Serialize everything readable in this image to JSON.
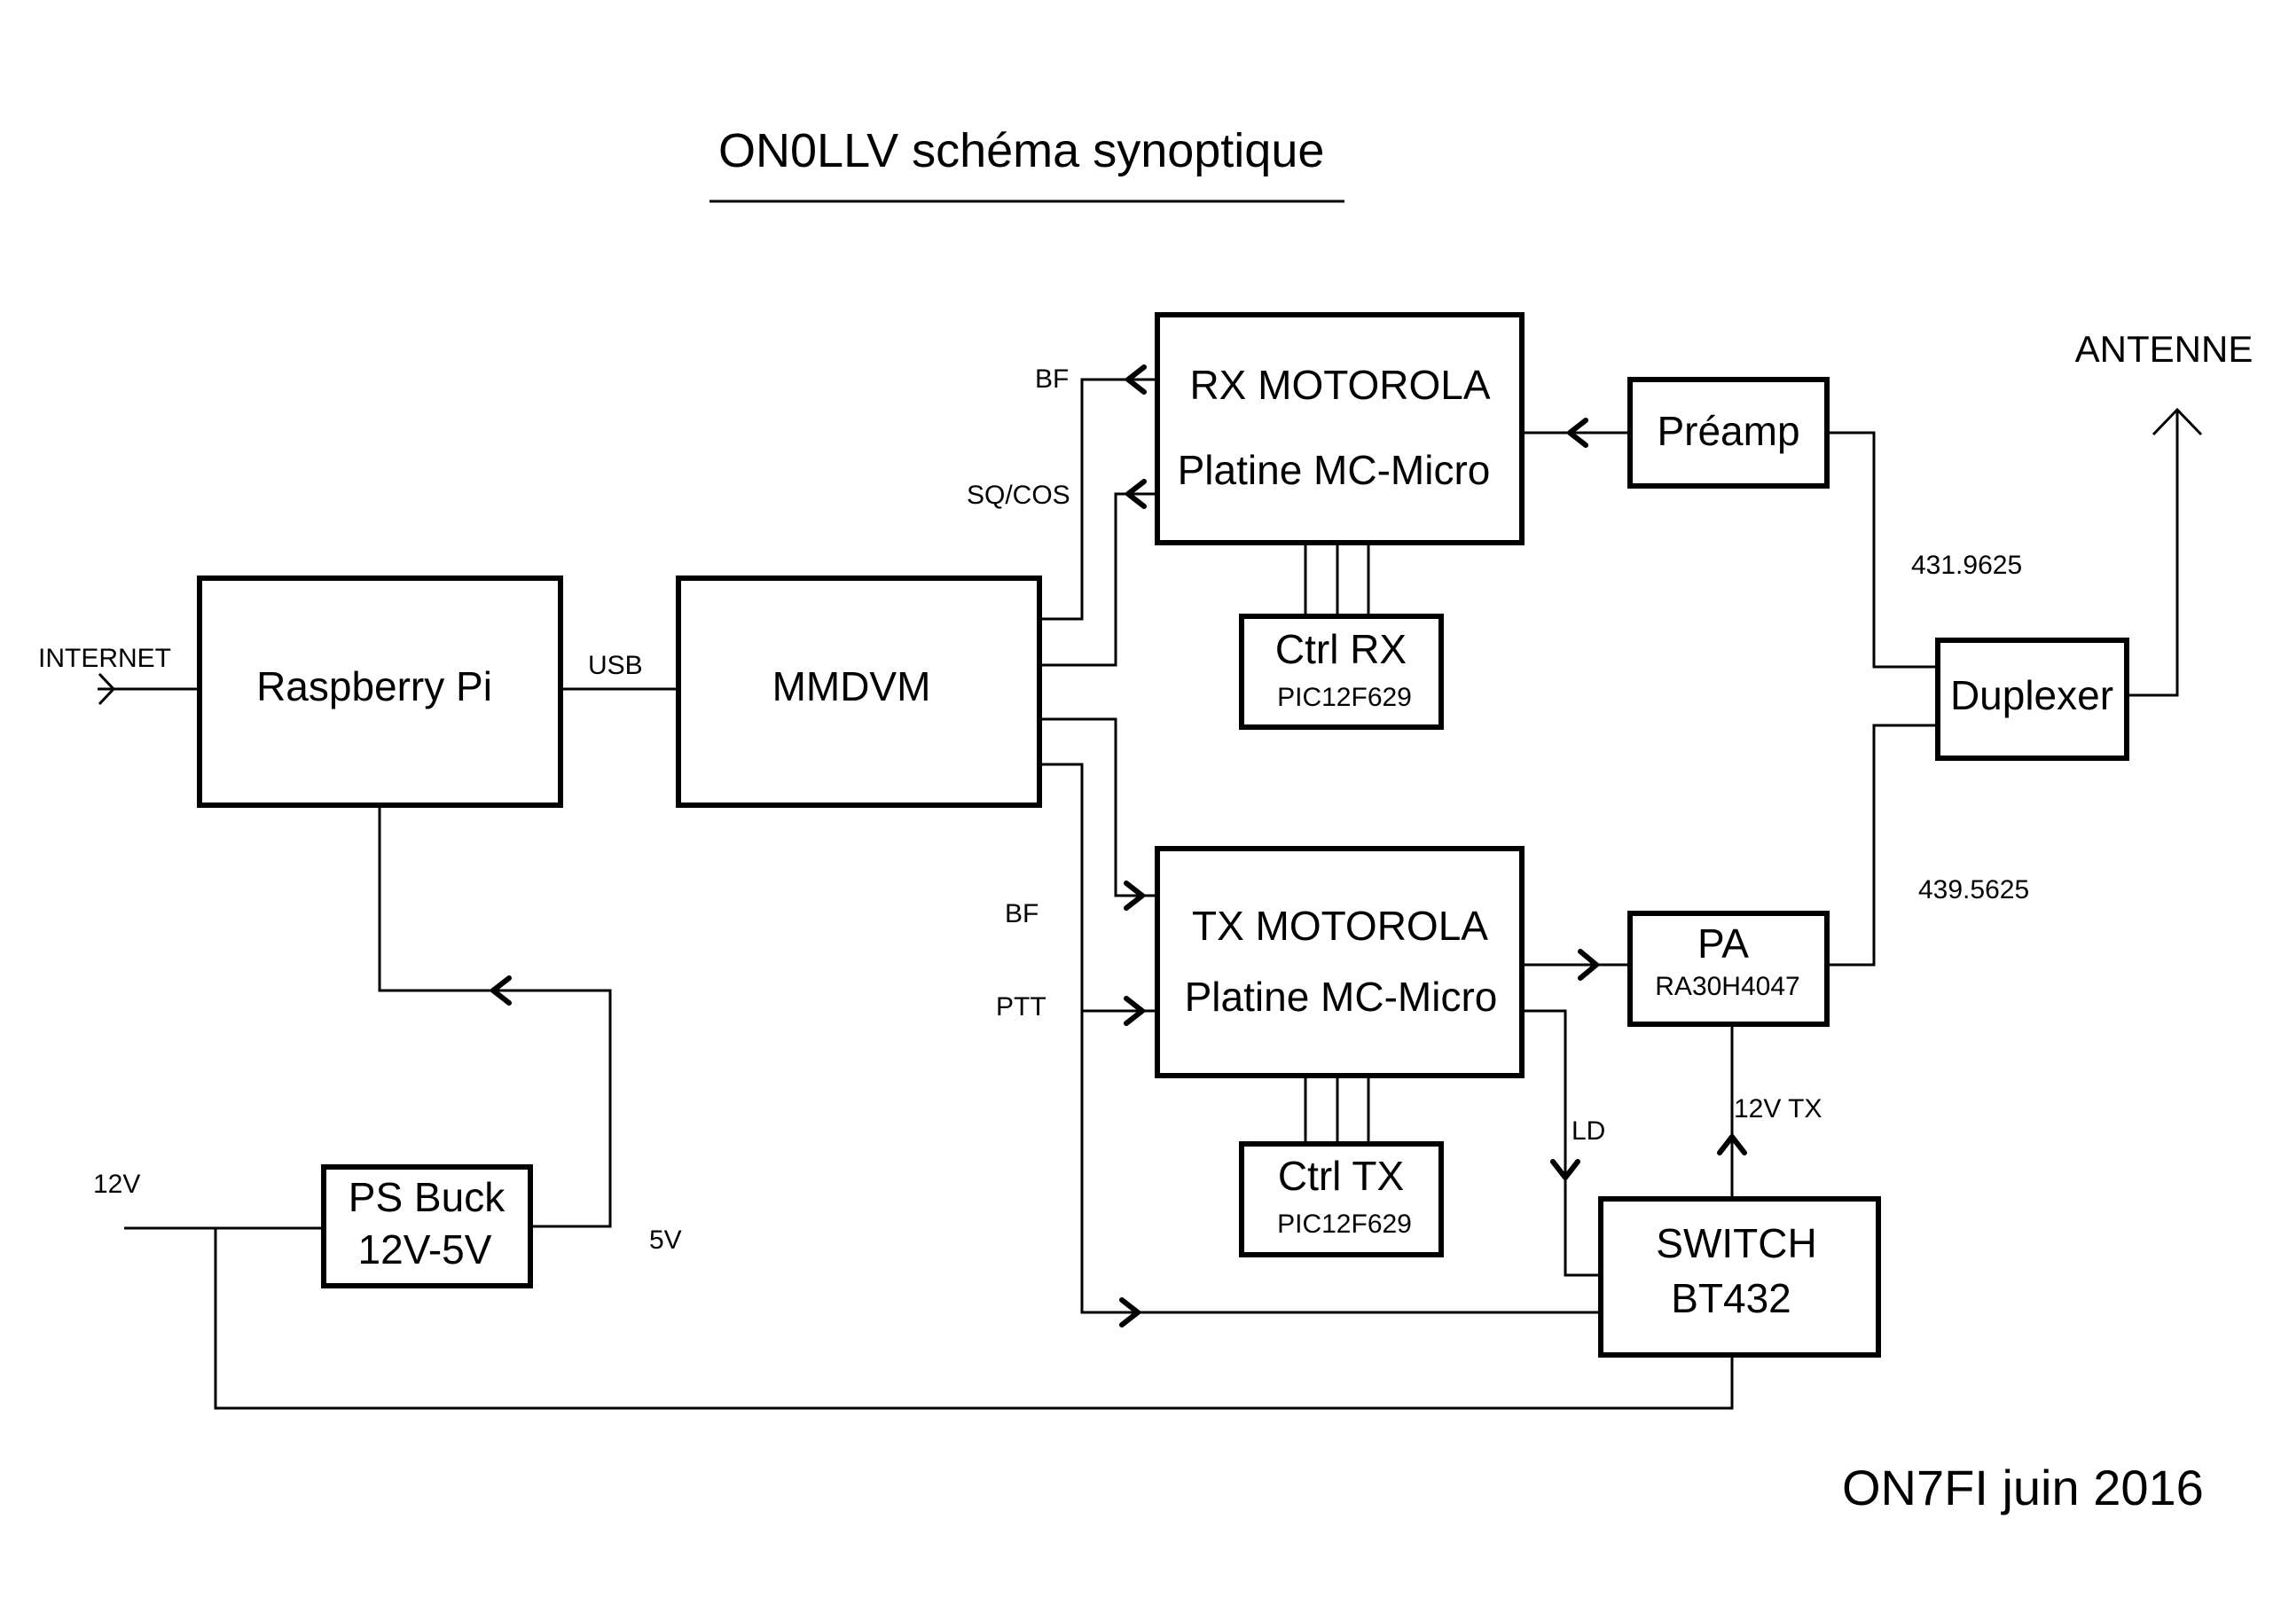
{
  "title": "ON0LLV schéma synoptique",
  "footer": "ON7FI juin 2016",
  "blocks": {
    "raspberry": {
      "label": "Raspberry Pi"
    },
    "mmdvm": {
      "label": "MMDVM"
    },
    "rx": {
      "line1": "RX MOTOROLA",
      "line2": "Platine MC-Micro"
    },
    "tx": {
      "line1": "TX MOTOROLA",
      "line2": "Platine MC-Micro"
    },
    "ctrl_rx": {
      "line1": "Ctrl RX",
      "line2": "PIC12F629"
    },
    "ctrl_tx": {
      "line1": "Ctrl TX",
      "line2": "PIC12F629"
    },
    "preamp": {
      "label": "Préamp"
    },
    "pa": {
      "line1": "PA",
      "line2": "RA30H4047"
    },
    "duplexer": {
      "label": "Duplexer"
    },
    "switch": {
      "line1": "SWITCH",
      "line2": "BT432"
    },
    "ps_buck": {
      "line1": "PS Buck",
      "line2": "12V-5V"
    }
  },
  "labels": {
    "internet": "INTERNET",
    "usb": "USB",
    "bf_rx": "BF",
    "sqcos": "SQ/COS",
    "bf_tx": "BF",
    "ptt": "PTT",
    "antenne": "ANTENNE",
    "freq_rx": "431.9625",
    "freq_tx": "439.5625",
    "ld": "LD",
    "v12tx": "12V TX",
    "v12": "12V",
    "v5": "5V"
  }
}
